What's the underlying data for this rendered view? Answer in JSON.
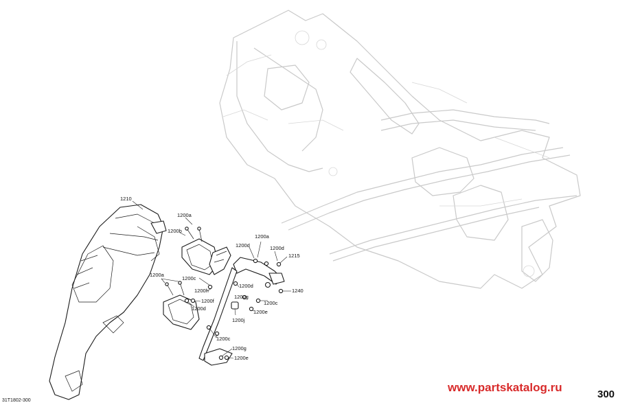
{
  "callouts": {
    "c1210": "1210",
    "c1200a_1": "1200a",
    "c1200b": "1200b",
    "c1200a_2": "1200a",
    "c1200d_1": "1200d",
    "c1200d_2": "1200d",
    "c1215": "1215",
    "c1200a_3": "1200a",
    "c1200c_1": "1200c",
    "c1200h": "1200h",
    "c1200f": "1200f",
    "c1200d_3": "1200d",
    "c1200d_4": "1200d",
    "c1240": "1240",
    "c1200c_2": "1200c",
    "c1200g_1": "1200g",
    "c1200e_1": "1200e",
    "c1200j": "1200j",
    "c1200c_3": "1200c",
    "c1200g_2": "1200g",
    "c1200e_2": "1200e"
  },
  "watermark": "www.partskatalog.ru",
  "page_number": "300",
  "figure_code": "31T1802-300",
  "colors": {
    "frame": "#c9c9c9",
    "part": "#1a1a1a",
    "watermark": "#d82a2a"
  }
}
